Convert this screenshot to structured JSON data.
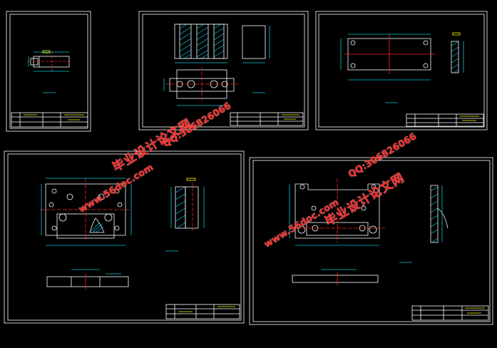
{
  "watermarks": {
    "url": "www.56doc.com",
    "qq": "QQ:306826066",
    "cn": "毕业设计论文网"
  },
  "colors": {
    "background": "#000000",
    "frame": "#ffffff",
    "geometry": "#ffffff",
    "dimension": "#00c8d8",
    "centerline": "#ff2020",
    "hatch": "#00e0ff",
    "note": "#ffff00",
    "watermark": "#ff2a2a"
  }
}
